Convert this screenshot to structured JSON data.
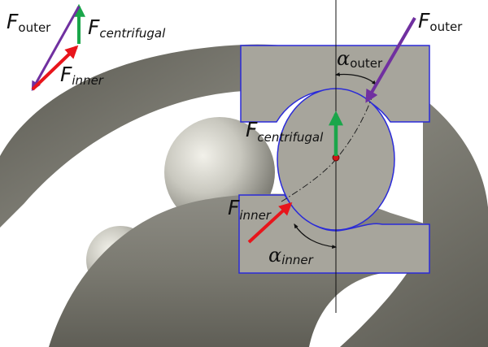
{
  "legend": {
    "outer": {
      "main": "F",
      "sub": "outer"
    },
    "centrifugal": {
      "main": "F",
      "sub": "centrifugal"
    },
    "inner": {
      "main": "F",
      "sub": "inner"
    }
  },
  "labels": {
    "f_outer": {
      "main": "F",
      "sub": "outer"
    },
    "f_centrifugal": {
      "main": "F",
      "sub": "centrifugal"
    },
    "f_inner": {
      "main": "F",
      "sub": "inner"
    },
    "alpha_outer": {
      "main": "α",
      "sub": "outer"
    },
    "alpha_inner": {
      "main": "α",
      "sub": "inner"
    }
  },
  "colors": {
    "outer_force": "#7030a0",
    "inner_force": "#e8151b",
    "centrifugal_force": "#1aa64a",
    "race_fill": "#a7a59c",
    "race_outline": "#2b2bd8",
    "bearing_body": "#77766d",
    "axis_line": "#111111",
    "center_dot": "#d01818"
  }
}
